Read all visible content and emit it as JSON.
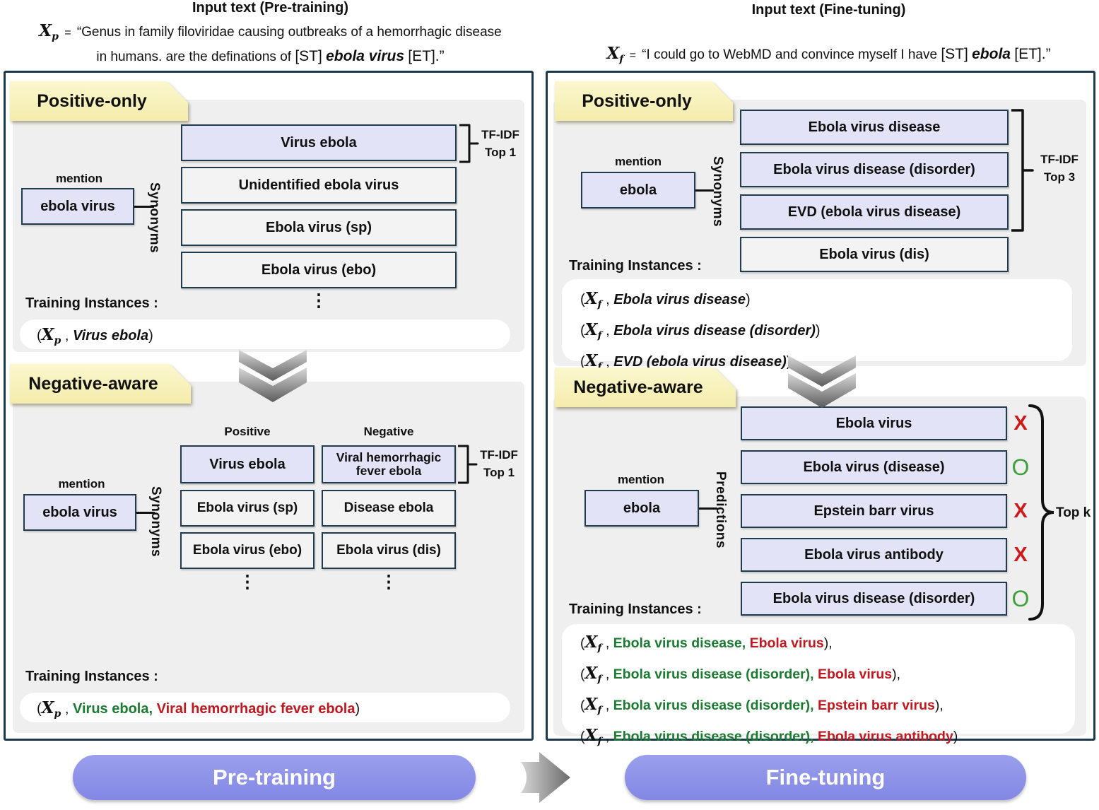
{
  "inputs": {
    "pretraining": {
      "title": "Input text (Pre-training)",
      "var": "X",
      "sub": "p",
      "eq": "=",
      "line1": "“Genus in family filoviridae causing outbreaks of a hemorrhagic disease",
      "line2": "in humans. are the definations of",
      "st": "[ST]",
      "entity": "ebola virus",
      "et": "[ET].”"
    },
    "finetuning": {
      "title": "Input text (Fine-tuning)",
      "var": "X",
      "sub": "f",
      "eq": "=",
      "line1": "“I could go to WebMD and convince myself I have",
      "st": "[ST]",
      "entity": "ebola",
      "et": "[ET].”"
    }
  },
  "left": {
    "positive": {
      "tag": "Positive-only",
      "mention_label": "mention",
      "mention": "ebola virus",
      "axis": "Synonyms",
      "boxes": [
        "Virus ebola",
        "Unidentified ebola virus",
        "Ebola virus (sp)",
        "Ebola virus (ebo)"
      ],
      "dots": "⋮",
      "tfidf1": "TF-IDF",
      "tfidf2": "Top 1",
      "training_label": "Training Instances :",
      "inst": {
        "open": "(",
        "var": "X",
        "sub": "p",
        "comma": ",",
        "text": "Virus ebola",
        "close": ")"
      }
    },
    "negative": {
      "tag": "Negative-aware",
      "col_pos": "Positive",
      "col_neg": "Negative",
      "mention_label": "mention",
      "mention": "ebola virus",
      "axis": "Synonyms",
      "pos_boxes": [
        "Virus ebola",
        "Ebola virus (sp)",
        "Ebola virus (ebo)"
      ],
      "neg_boxes": [
        "Viral hemorrhagic fever ebola",
        "Disease ebola",
        "Ebola virus (dis)"
      ],
      "dots": "⋮",
      "tfidf1": "TF-IDF",
      "tfidf2": "Top 1",
      "training_label": "Training Instances :",
      "inst": {
        "open": "(",
        "var": "X",
        "sub": "p",
        "comma": ",",
        "pos": "Virus ebola,",
        "neg": "Viral hemorrhagic fever ebola",
        "close": ")"
      }
    }
  },
  "right": {
    "positive": {
      "tag": "Positive-only",
      "mention_label": "mention",
      "mention": "ebola",
      "axis": "Synonyms",
      "boxes": [
        "Ebola virus disease",
        "Ebola virus disease (disorder)",
        "EVD (ebola virus disease)",
        "Ebola virus (dis)"
      ],
      "tfidf1": "TF-IDF",
      "tfidf2": "Top 3",
      "training_label": "Training Instances :",
      "open": "(",
      "comma": ",",
      "var": "X",
      "sub": "f",
      "insts": [
        {
          "text": "Ebola virus disease",
          "close": ")"
        },
        {
          "text": "Ebola virus disease (disorder)",
          "close": ")"
        },
        {
          "text": "EVD (ebola virus disease)",
          "close": ")"
        }
      ]
    },
    "negative": {
      "tag": "Negative-aware",
      "mention_label": "mention",
      "mention": "ebola",
      "axis": "Predictions",
      "boxes": [
        {
          "text": "Ebola virus",
          "mark": "X"
        },
        {
          "text": "Ebola virus (disease)",
          "mark": "O"
        },
        {
          "text": "Epstein barr virus",
          "mark": "X"
        },
        {
          "text": "Ebola virus antibody",
          "mark": "X"
        },
        {
          "text": "Ebola virus disease (disorder)",
          "mark": "O"
        }
      ],
      "topk": "Top k",
      "training_label": "Training Instances :",
      "open": "(",
      "comma": ",",
      "var": "X",
      "sub": "f",
      "insts": [
        {
          "pos": "Ebola virus disease,",
          "neg": "Ebola virus",
          "close": "),"
        },
        {
          "pos": "Ebola virus disease (disorder),",
          "neg": "Ebola virus",
          "close": "),"
        },
        {
          "pos": "Ebola virus disease (disorder),",
          "neg": "Epstein barr virus",
          "close": "),"
        },
        {
          "pos": "Ebola virus disease (disorder),",
          "neg": "Ebola virus antibody",
          "close": ")"
        }
      ]
    }
  },
  "footer": {
    "pretraining": "Pre-training",
    "finetuning": "Fine-tuning"
  },
  "colors": {
    "panel_border": "#1c3a4e",
    "box_lavender": "#e3e3f7",
    "box_gray": "#f3f3f3",
    "section_gray": "#efefef",
    "tag_yellow": "#f8f2bb",
    "positive_green": "#1d7a33",
    "negative_red": "#c0181f",
    "mark_red": "#cf1a1a",
    "mark_green": "#3da23c",
    "footer_purple": "#8c91e8"
  }
}
